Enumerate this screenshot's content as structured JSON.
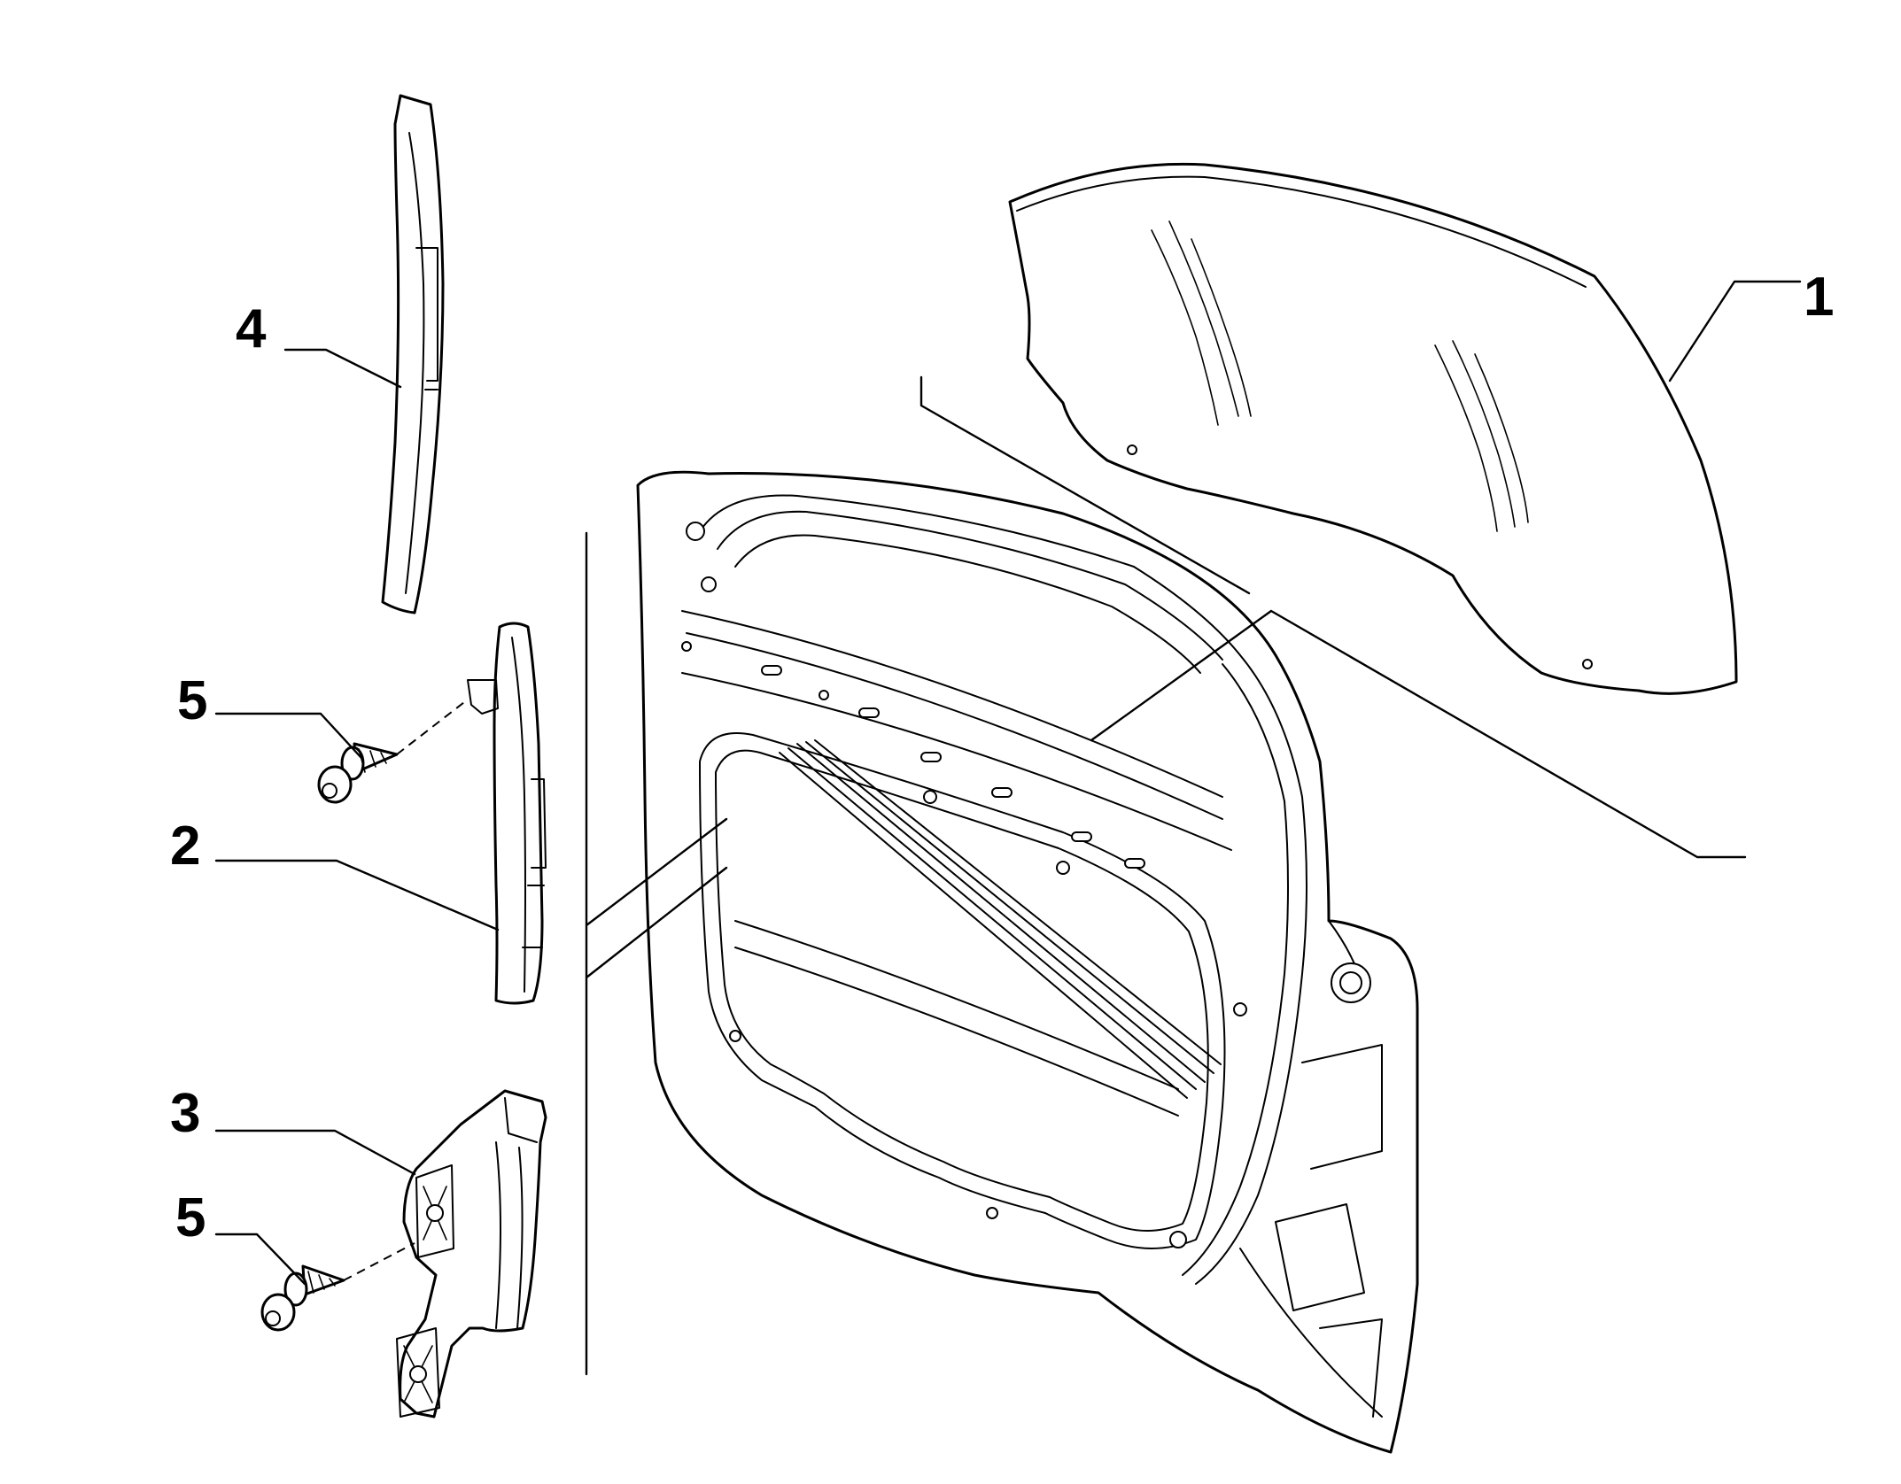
{
  "callouts": [
    {
      "id": "glass",
      "number": "1"
    },
    {
      "id": "front-guide-channel",
      "number": "2"
    },
    {
      "id": "lower-guide-bracket",
      "number": "3"
    },
    {
      "id": "rear-guide-channel",
      "number": "4"
    },
    {
      "id": "screw-upper",
      "number": "5"
    },
    {
      "id": "screw-lower",
      "number": "5"
    }
  ],
  "colors": {
    "ink": "#000000",
    "paper": "#ffffff"
  }
}
